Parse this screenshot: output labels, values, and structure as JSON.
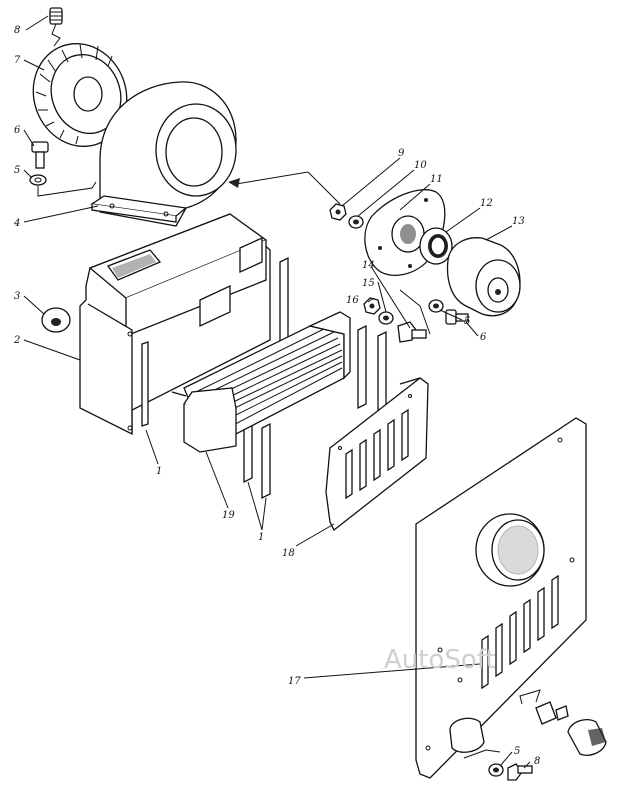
{
  "watermark": "AutoSoft",
  "callouts": [
    {
      "id": "c8a",
      "text": "8"
    },
    {
      "id": "c7",
      "text": "7"
    },
    {
      "id": "c6a",
      "text": "6"
    },
    {
      "id": "c5a",
      "text": "5"
    },
    {
      "id": "c4",
      "text": "4"
    },
    {
      "id": "c3",
      "text": "3"
    },
    {
      "id": "c2",
      "text": "2"
    },
    {
      "id": "c1a",
      "text": "1"
    },
    {
      "id": "c19",
      "text": "19"
    },
    {
      "id": "c1b",
      "text": "1"
    },
    {
      "id": "c9",
      "text": "9"
    },
    {
      "id": "c10",
      "text": "10"
    },
    {
      "id": "c11",
      "text": "11"
    },
    {
      "id": "c12",
      "text": "12"
    },
    {
      "id": "c13",
      "text": "13"
    },
    {
      "id": "c14",
      "text": "14"
    },
    {
      "id": "c15",
      "text": "15"
    },
    {
      "id": "c16",
      "text": "16"
    },
    {
      "id": "c5b",
      "text": "5"
    },
    {
      "id": "c6b",
      "text": "6"
    },
    {
      "id": "c18",
      "text": "18"
    },
    {
      "id": "c17",
      "text": "17"
    },
    {
      "id": "c5c",
      "text": "5"
    },
    {
      "id": "c8b",
      "text": "8"
    }
  ]
}
